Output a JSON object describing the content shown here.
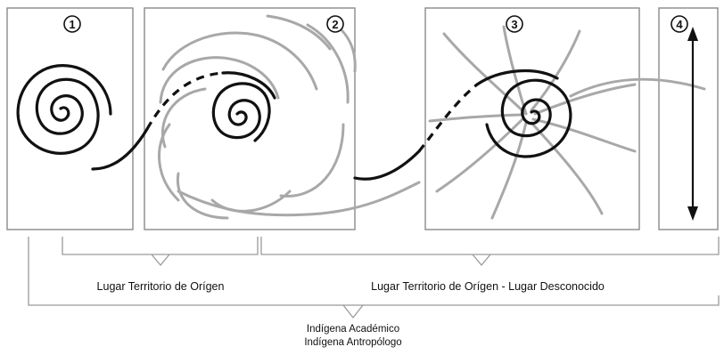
{
  "panels": [
    {
      "number": "1"
    },
    {
      "number": "2"
    },
    {
      "number": "3"
    },
    {
      "number": "4"
    }
  ],
  "brackets": {
    "first": "Lugar Territorio de Orígen",
    "second": "Lugar Territorio de Orígen - Lugar Desconocido",
    "outer_line1": "Indígena Académico",
    "outer_line2": "Indígena Antropólogo"
  },
  "colors": {
    "spiral_main": "#111111",
    "spiral_secondary": "#a8a8a8",
    "frame": "#8a8a8a"
  }
}
